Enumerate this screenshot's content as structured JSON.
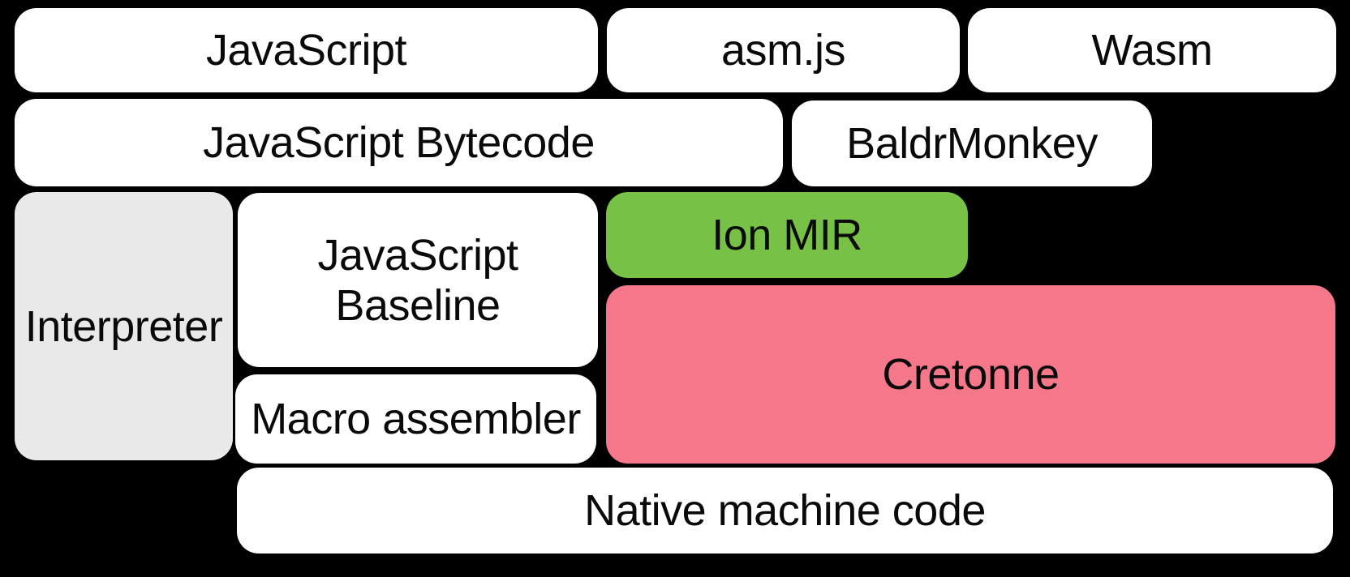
{
  "diagram": {
    "description": "Compiler pipeline block diagram",
    "background_color": "#000000",
    "colors": {
      "block_default": "#ffffff",
      "interpreter_block": "#e9e9e9",
      "ion_mir_block": "#77c246",
      "cretonne_block": "#f5778a",
      "label_text": "#0a0a0a"
    },
    "blocks": {
      "javascript": {
        "label": "JavaScript"
      },
      "asmjs": {
        "label": "asm.js"
      },
      "wasm": {
        "label": "Wasm"
      },
      "bytecode": {
        "label": "JavaScript Bytecode"
      },
      "baldrmonkey": {
        "label": "BaldrMonkey"
      },
      "interpreter": {
        "label": "Interpreter"
      },
      "baseline": {
        "label": "JavaScript Baseline",
        "line1": "JavaScript",
        "line2": "Baseline"
      },
      "ion_mir": {
        "label": "Ion MIR"
      },
      "cretonne": {
        "label": "Cretonne"
      },
      "macro_assembler": {
        "label": "Macro assembler"
      },
      "native": {
        "label": "Native machine code"
      }
    }
  }
}
